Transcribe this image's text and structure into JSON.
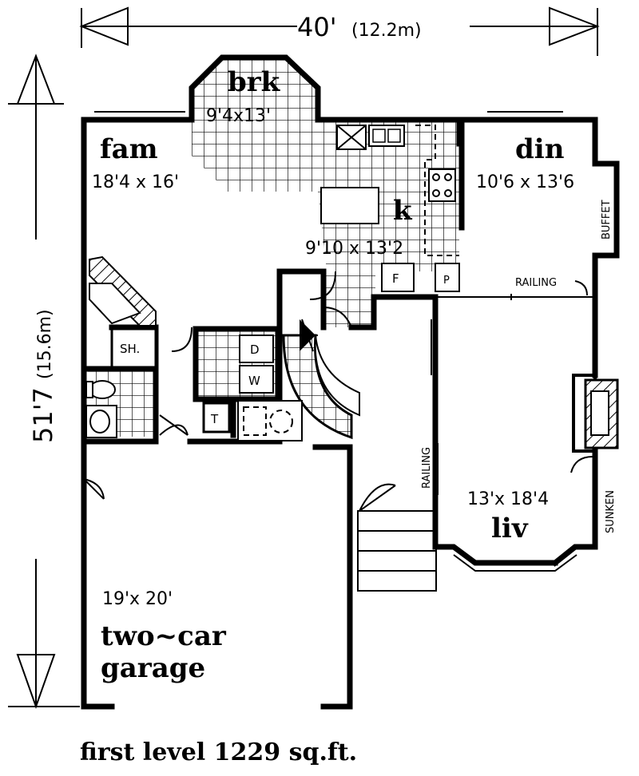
{
  "dimensions": {
    "width": "40'",
    "width_metric": "(12.2m)",
    "depth": "51'7",
    "depth_metric": "(15.6m)"
  },
  "rooms": {
    "brk": {
      "name": "brk",
      "size": "9'4x13'"
    },
    "fam": {
      "name": "fam",
      "size": "18'4 x 16'"
    },
    "din": {
      "name": "din",
      "size": "10'6 x 13'6"
    },
    "k": {
      "name": "k",
      "size": "9'10 x 13'2"
    },
    "liv": {
      "name": "liv",
      "size": "13'x 18'4"
    },
    "garage": {
      "line1": "two~car",
      "line2": "garage",
      "size": "19'x 20'"
    }
  },
  "labels": {
    "buffet": "BUFFET",
    "railing_top": "RAILING",
    "railing_stair": "RAILING",
    "sunken": "SUNKEN",
    "shower": "SH.",
    "fridge": "F",
    "pantry": "P",
    "dryer": "D",
    "washer": "W",
    "tub": "T"
  },
  "caption": "first level 1229 sq.ft."
}
